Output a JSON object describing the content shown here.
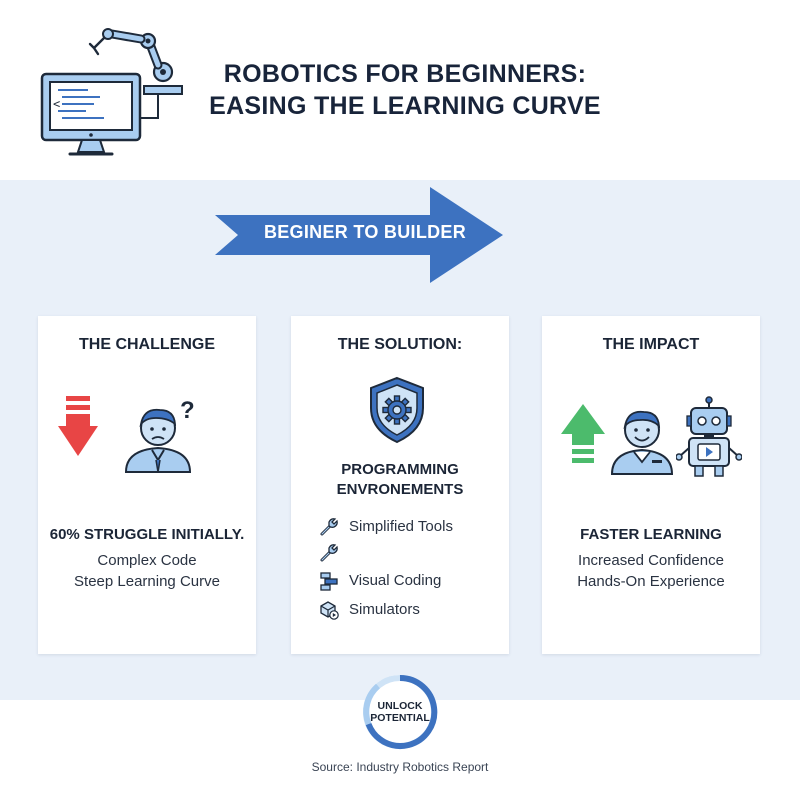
{
  "header": {
    "icon": "robotic-arm-computer-icon",
    "title_line1": "ROBOTICS FOR BEGINNERS:",
    "title_line2": "EASING THE LEARNING CURVE"
  },
  "banner": {
    "label": "BEGINER TO BUILDER",
    "color": "#3d72c0"
  },
  "cards": [
    {
      "title": "THE CHALLENGE",
      "icons": [
        "red-down-arrow-icon",
        "confused-person-icon"
      ],
      "highlight": "60% STRUGGLE INITIALLY.",
      "details": [
        "Complex Code",
        "Steep Learning Curve"
      ]
    },
    {
      "title": "THE SOLUTION:",
      "icon": "shield-gear-icon",
      "subheading_line1": "PROGRAMMING",
      "subheading_line2": "ENVRONEMENTS",
      "tools": [
        {
          "icon": "wrench-icon",
          "label": "Simplified Tools"
        },
        {
          "icon": "wrench-icon",
          "label": ""
        },
        {
          "icon": "blocks-icon",
          "label": "Visual Coding"
        },
        {
          "icon": "cube-play-icon",
          "label": "Simulators"
        }
      ]
    },
    {
      "title": "THE IMPACT",
      "icons": [
        "green-up-arrow-icon",
        "happy-person-icon",
        "robot-icon"
      ],
      "highlight": "FASTER LEARNING",
      "details": [
        "Increased Confidence",
        "Hands-On Experience"
      ]
    }
  ],
  "badge": {
    "line1": "UNLOCK",
    "line2": "POTENTIAL"
  },
  "source": "Source: Industry Robotics Report",
  "colors": {
    "accent_blue": "#3d72c0",
    "light_blue": "#a9cdf0",
    "band": "#e9f0f9",
    "red": "#e84545",
    "green": "#4cbb6c"
  }
}
